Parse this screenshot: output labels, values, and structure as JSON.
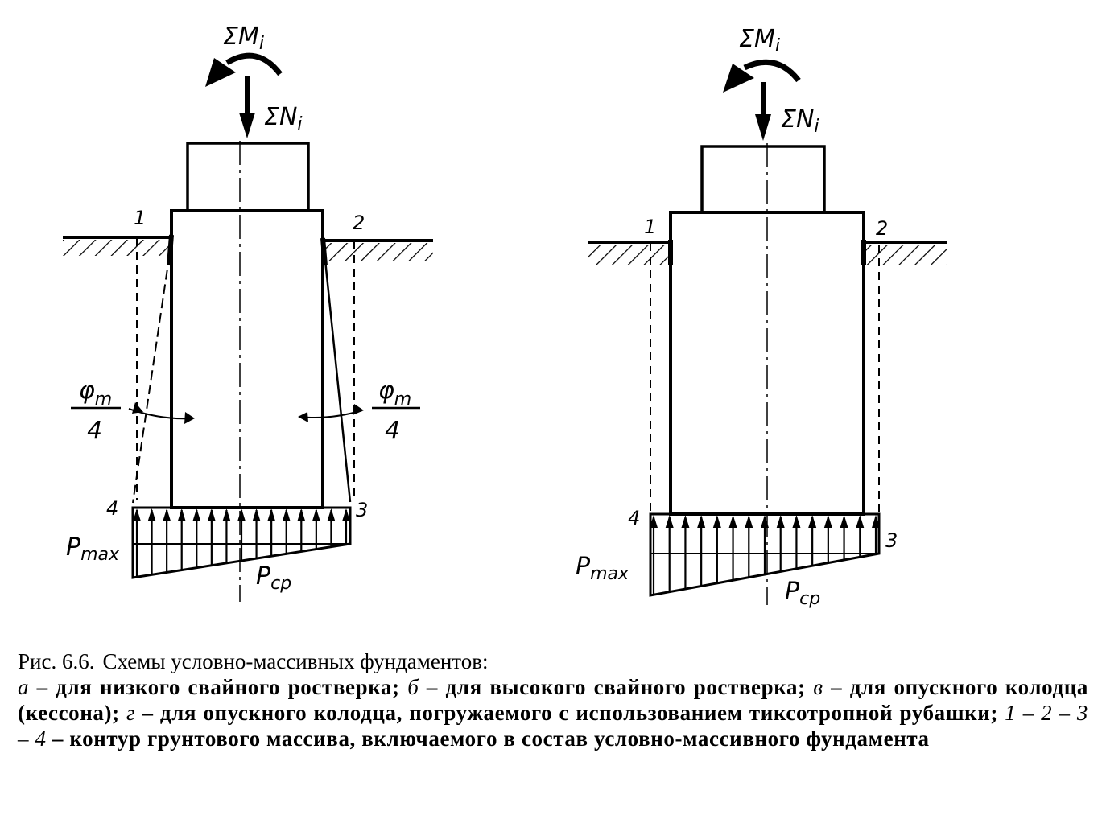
{
  "diagrams": [
    {
      "id": "a",
      "moment_label": "ΣM",
      "moment_sub": "i",
      "force_label": "ΣN",
      "force_sub": "i",
      "point_labels": [
        "1",
        "2",
        "3",
        "4"
      ],
      "angle_label_top": "φ",
      "angle_label_sub": "m",
      "angle_label_den": "4",
      "pmax_label": "P",
      "pmax_sub": "max",
      "pcp_label": "P",
      "pcp_sub": "cp"
    },
    {
      "id": "b",
      "moment_label": "ΣM",
      "moment_sub": "i",
      "force_label": "ΣN",
      "force_sub": "i",
      "point_labels": [
        "1",
        "2",
        "3",
        "4"
      ],
      "pmax_label": "P",
      "pmax_sub": "max",
      "pcp_label": "P",
      "pcp_sub": "cp"
    }
  ],
  "caption": {
    "figure_number": "Рис. 6.6.",
    "title": "Схемы условно-массивных фундаментов:",
    "items": [
      {
        "letter": "а",
        "text": " – для низкого свайного ростверка;  "
      },
      {
        "letter": "б",
        "text": " – для высокого свайного ростверка;  "
      },
      {
        "letter": "в",
        "text": " – для опускного колодца (кессона);  "
      },
      {
        "letter": "г",
        "text": " – для опускного колодца, погружаемого с использованием тиксотропной рубашки;  "
      }
    ],
    "contour_ref": "1 – 2 – 3 – 4",
    "contour_text": " – контур грунтового массива, включаемого в состав условно-массивного фундамента"
  }
}
